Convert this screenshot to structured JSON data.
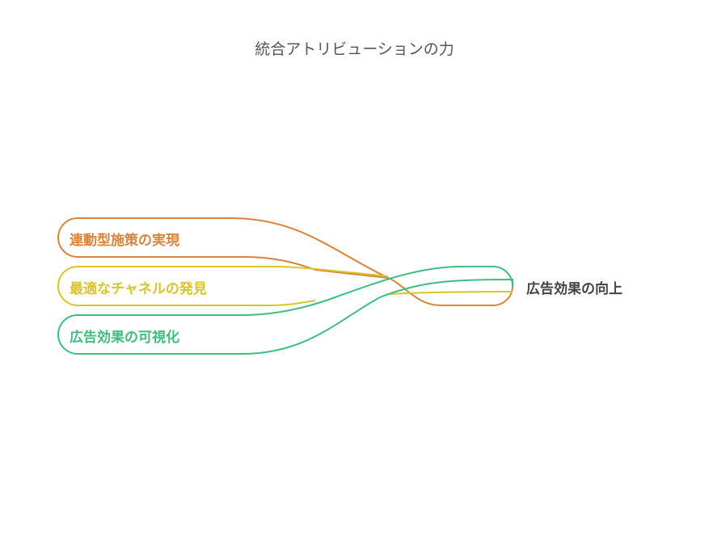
{
  "title": "統合アトリビューションの力",
  "sources": [
    {
      "label": "連動型施策の実現",
      "color": "#D9843A"
    },
    {
      "label": "最適なチャネルの発見",
      "color": "#D8C52A"
    },
    {
      "label": "広告効果の可視化",
      "color": "#3DBF7F"
    }
  ],
  "target": {
    "label": "広告効果の向上",
    "color": "#444444"
  }
}
